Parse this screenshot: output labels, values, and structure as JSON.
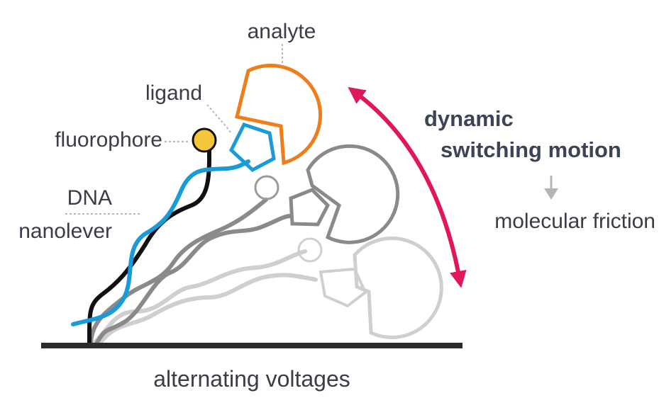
{
  "labels": {
    "analyte": "analyte",
    "ligand": "ligand",
    "fluorophore": "fluorophore",
    "dna_line1": "DNA",
    "dna_line2": "nanolever",
    "motion_line1": "dynamic",
    "motion_line2": "switching motion",
    "friction": "molecular friction",
    "voltages": "alternating voltages"
  },
  "colors": {
    "analyte_active": "#ef7d1a",
    "strand_blue": "#1a9ad6",
    "strand_black": "#111111",
    "fluorophore": "#f6c63a",
    "arrow": "#e0185b",
    "ghost_mid": "#8a8a8a",
    "ghost_light": "#cfcfcf",
    "text": "#3a3d48",
    "leader": "#b7b7b7"
  },
  "icons": {
    "motion_arrow": "double-headed-curved-arrow",
    "friction_arrow": "down-arrow-icon"
  }
}
